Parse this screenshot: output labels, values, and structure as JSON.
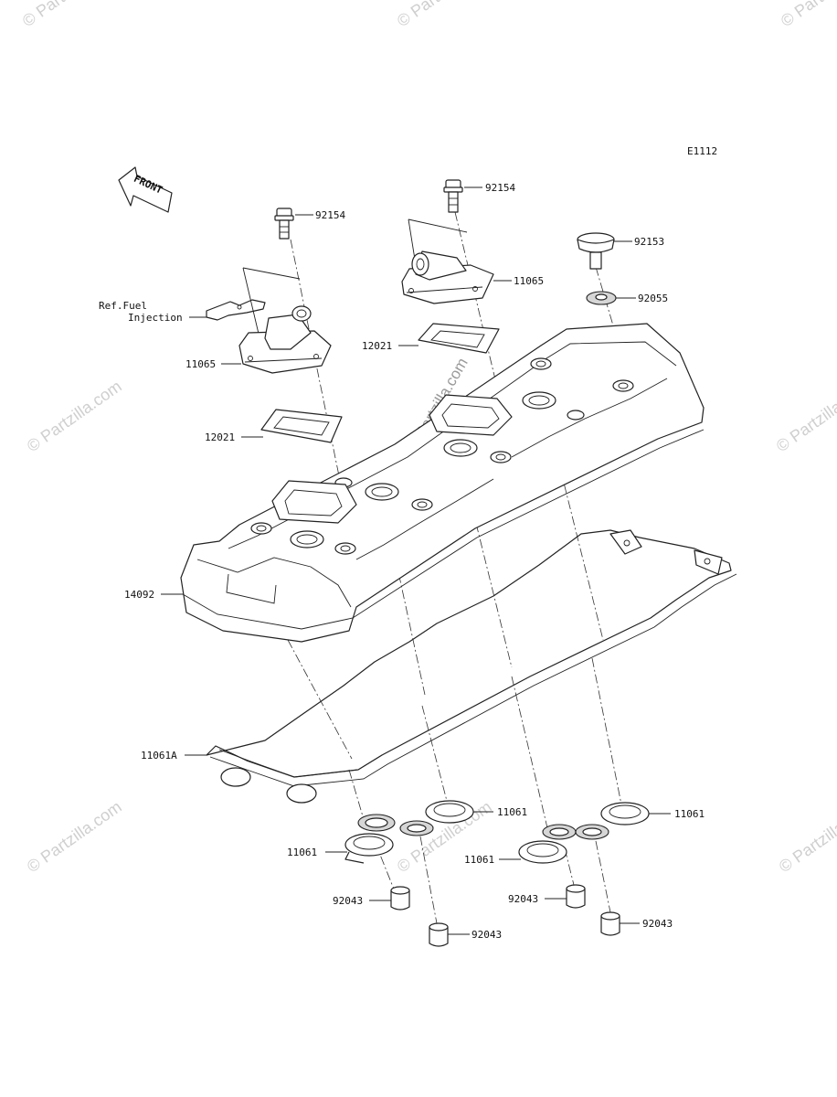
{
  "diagram": {
    "code": "E1112",
    "front_label": "FRONT",
    "ref_note": {
      "line1": "Ref.Fuel",
      "line2": "Injection"
    },
    "watermark": "© Partzilla.com",
    "parts": {
      "bolt_left": "92154",
      "bolt_right": "92154",
      "bolt_cap": "92153",
      "washer": "92055",
      "breather_left": "11065",
      "breather_right": "11065",
      "plate_left": "12021",
      "plate_right": "12021",
      "cover": "14092",
      "gasket_main": "11061A",
      "gasket_a": "11061",
      "gasket_b": "11061",
      "gasket_c": "11061",
      "gasket_d": "11061",
      "collar_a": "92043",
      "collar_b": "92043",
      "collar_c": "92043",
      "collar_d": "92043"
    }
  }
}
